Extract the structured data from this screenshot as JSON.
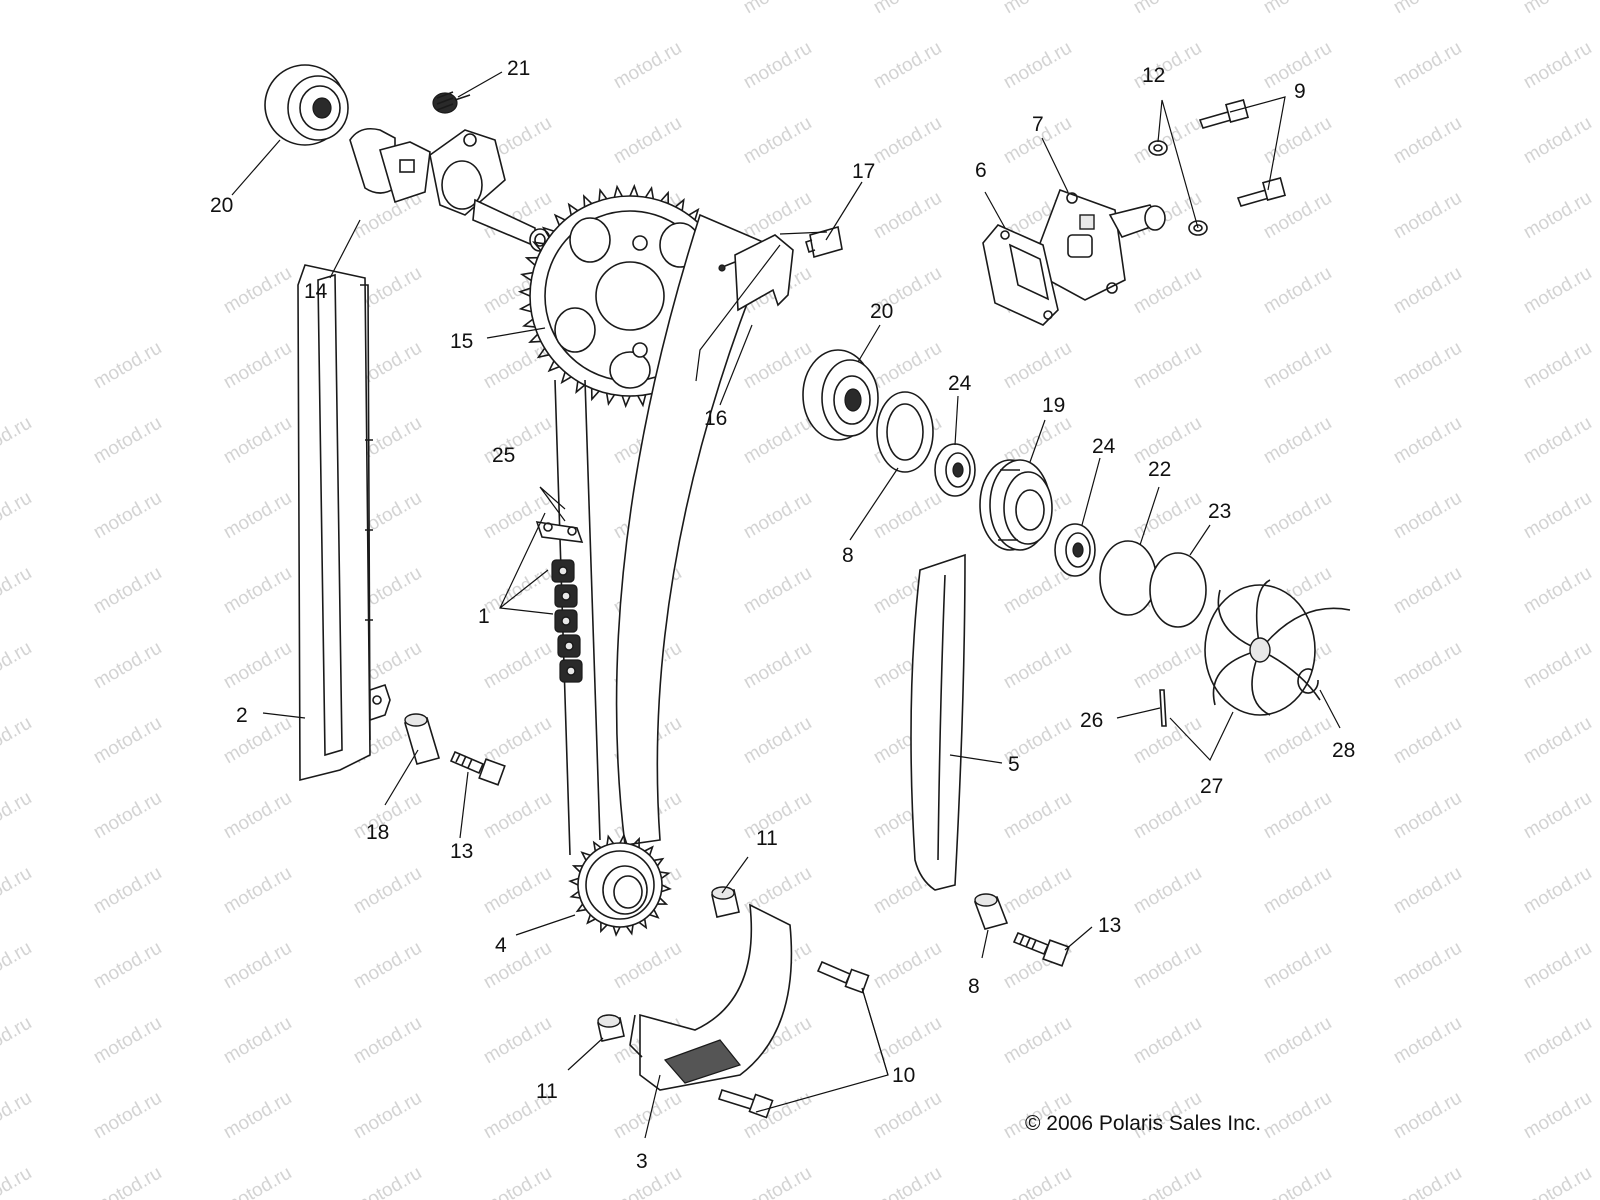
{
  "watermark": {
    "text": "motod.ru"
  },
  "diagram": {
    "copyright": "© 2006 Polaris Sales Inc.",
    "callouts": {
      "c1": "1",
      "c2": "2",
      "c3": "3",
      "c4": "4",
      "c5": "5",
      "c6": "6",
      "c7": "7",
      "c8a": "8",
      "c8b": "8",
      "c9": "9",
      "c10": "10",
      "c11a": "11",
      "c11b": "11",
      "c12": "12",
      "c13a": "13",
      "c13b": "13",
      "c14": "14",
      "c15": "15",
      "c16": "16",
      "c17": "17",
      "c18": "18",
      "c19": "19",
      "c20a": "20",
      "c20b": "20",
      "c21": "21",
      "c22": "22",
      "c23": "23",
      "c24a": "24",
      "c24b": "24",
      "c25": "25",
      "c26": "26",
      "c27": "27",
      "c28": "28"
    }
  }
}
